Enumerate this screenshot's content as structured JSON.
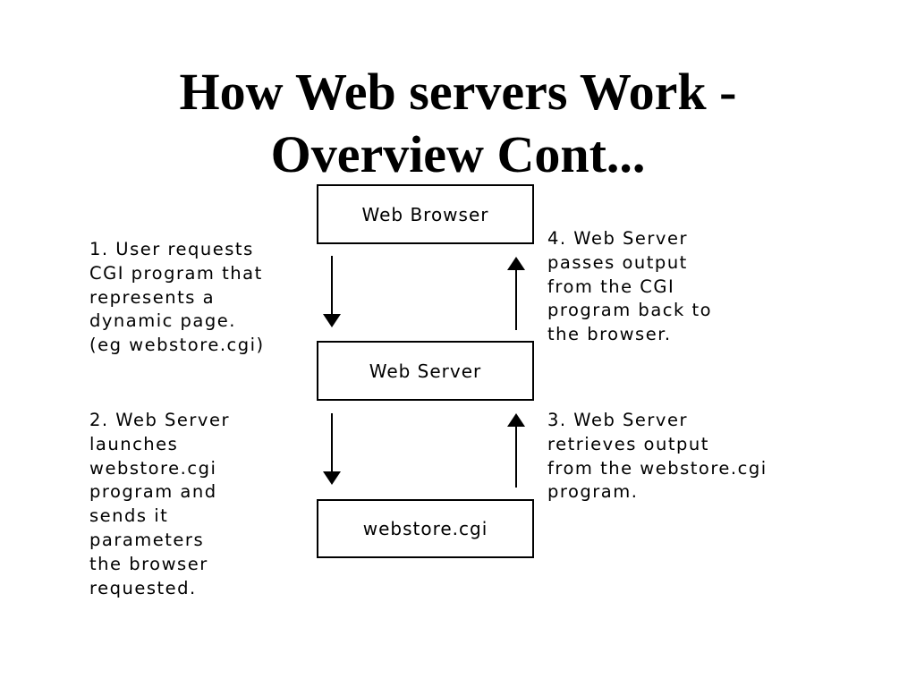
{
  "title": {
    "line1": "How Web servers Work -",
    "line2": "Overview Cont..."
  },
  "nodes": {
    "browser": "Web Browser",
    "server": "Web Server",
    "cgi": "webstore.cgi"
  },
  "notes": {
    "step1": "1. User requests\nCGI program that\nrepresents a\ndynamic page.\n(eg webstore.cgi)",
    "step2": "2. Web Server\nlaunches\nwebstore.cgi\nprogram and\nsends it\nparameters\nthe browser\nrequested.",
    "step3": "3. Web Server\nretrieves output\nfrom the webstore.cgi\nprogram.",
    "step4": "4. Web Server\npasses output\nfrom the CGI\nprogram back to\nthe browser."
  }
}
